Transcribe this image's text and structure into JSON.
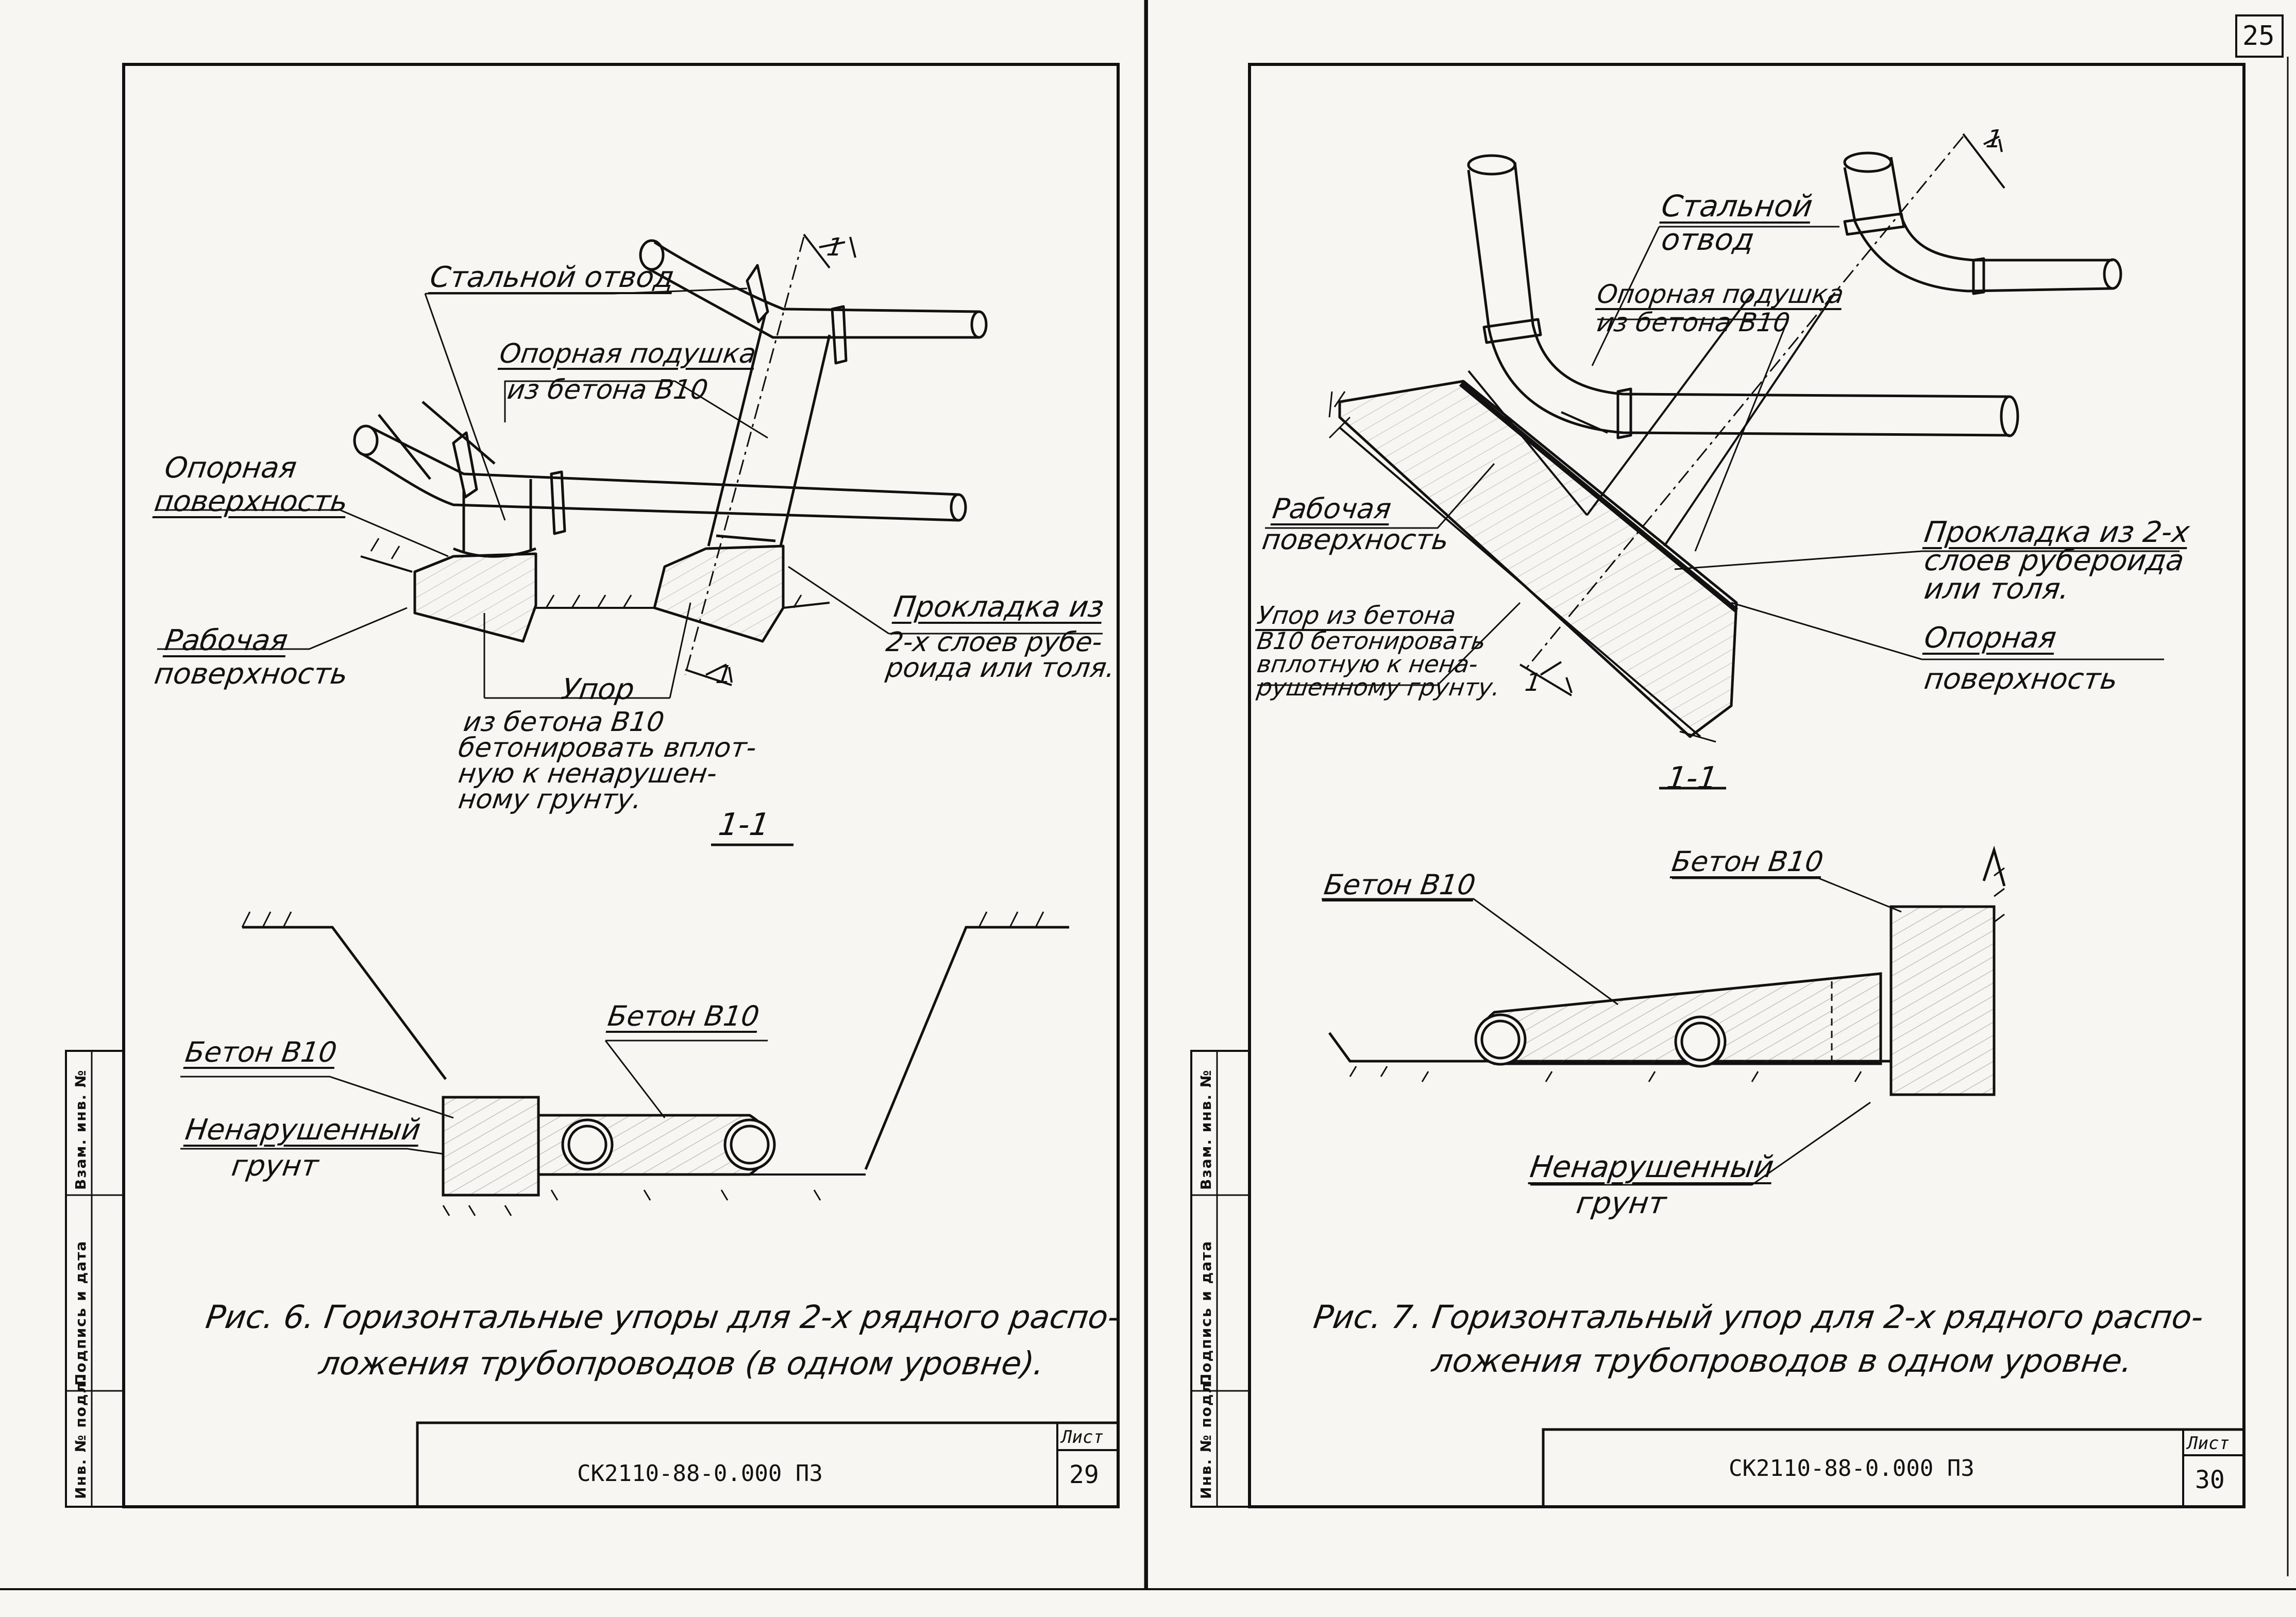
{
  "page_number": "25",
  "side_stamp": {
    "cell_1": "Инв. № подл.",
    "cell_2": "Подпись и дата",
    "cell_3": "Взам. инв. №"
  },
  "left_sheet": {
    "labels": {
      "steel_bend": "Стальной отвод",
      "support_pad": "Опорная подушка",
      "support_pad_2": "из бетона В10",
      "bearing_surface": "Опорная",
      "bearing_surface_2": "поверхность",
      "working_surface": "Рабочая",
      "working_surface_2": "поверхность",
      "gasket": "Прокладка из",
      "gasket_2": "2-х слоев рубе-",
      "gasket_3": "роида или толя.",
      "stop": "Упор",
      "stop_2": "из бетона В10",
      "stop_3": "бетонировать вплот-",
      "stop_4": "ную к ненарушен-",
      "stop_5": "ному грунту.",
      "section": "1-1",
      "section_mark": "1",
      "concrete_1": "Бетон В10",
      "concrete_2": "Бетон В10",
      "ground": "Ненарушенный",
      "ground_2": "грунт"
    },
    "caption_line_1": "Рис. 6.  Горизонтальные упоры для 2-х рядного распо-",
    "caption_line_2": "ложения трубопроводов (в одном уровне).",
    "title_block": {
      "code": "СК2110-88-0.000 ПЗ",
      "sheet_label": "Лист",
      "sheet": "29"
    }
  },
  "right_sheet": {
    "labels": {
      "steel_bend": "Стальной",
      "steel_bend_2": "отвод",
      "support_pad": "Опорная подушка",
      "support_pad_2": "из бетона В10",
      "working_surface": "Рабочая",
      "working_surface_2": "поверхность",
      "gasket": "Прокладка из 2-х",
      "gasket_2": "слоев рубероида",
      "gasket_3": "или толя.",
      "stop": "Упор из бетона",
      "stop_2": "В10 бетонировать",
      "stop_3": "вплотную к нена-",
      "stop_4": "рушенному грунту.",
      "bearing_surface": "Опорная",
      "bearing_surface_2": "поверхность",
      "section": "1-1",
      "section_mark": "1",
      "concrete_1": "Бетон В10",
      "concrete_2": "Бетон В10",
      "ground": "Ненарушенный",
      "ground_2": "грунт"
    },
    "caption_line_1": "Рис. 7.   Горизонтальный упор для 2-х рядного распо-",
    "caption_line_2": "ложения трубопроводов в одном уровне.",
    "title_block": {
      "code": "СК2110-88-0.000 ПЗ",
      "sheet_label": "Лист",
      "sheet": "30"
    }
  }
}
